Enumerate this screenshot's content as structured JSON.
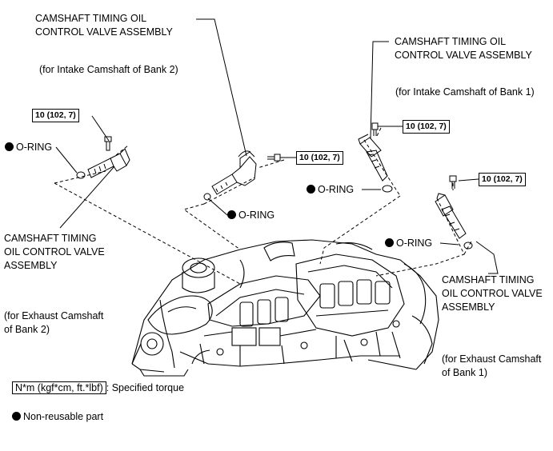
{
  "labels": {
    "ocv_top_left": [
      "CAMSHAFT TIMING OIL",
      "CONTROL VALVE ASSEMBLY"
    ],
    "intake_bank2": "(for Intake Camshaft of Bank 2)",
    "ocv_top_right": [
      "CAMSHAFT TIMING OIL",
      "CONTROL VALVE ASSEMBLY"
    ],
    "intake_bank1": "(for Intake Camshaft of Bank 1)",
    "ocv_left": [
      "CAMSHAFT TIMING",
      "OIL CONTROL VALVE",
      "ASSEMBLY"
    ],
    "exhaust_bank2": [
      "(for Exhaust Camshaft",
      "of Bank 2)"
    ],
    "ocv_right": [
      "CAMSHAFT TIMING",
      "OIL CONTROL VALVE",
      "ASSEMBLY"
    ],
    "exhaust_bank1": [
      "(for Exhaust Camshaft",
      "of Bank 1)"
    ]
  },
  "torque": {
    "left": "10 (102, 7)",
    "center": "10 (102, 7)",
    "right_top": "10 (102, 7)",
    "right_low": "10 (102, 7)"
  },
  "orings": {
    "left": "O-RING",
    "center": "O-RING",
    "right_top": "O-RING",
    "right_low": "O-RING"
  },
  "legend": {
    "torque_unit": "N*m (kgf*cm, ft.*lbf)",
    "torque_desc": ": Specified torque",
    "non_reusable": "Non-reusable part"
  }
}
